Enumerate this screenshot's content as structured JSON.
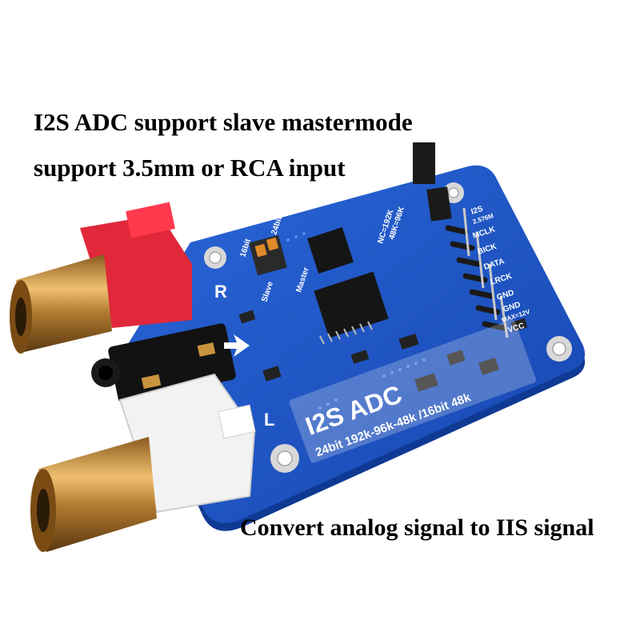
{
  "captions": {
    "line1": "I2S ADC support slave mastermode",
    "line2": "support  3.5mm or RCA input",
    "line3": "Convert analog signal to IIS signal"
  },
  "board": {
    "title": "I2S ADC",
    "subtitle": "24bit 192k-96k-48k /16bit 48k",
    "label_r": "R",
    "label_l": "L",
    "switch_top": "24bit",
    "switch_side": "16bit",
    "switch_slave": "Slave",
    "switch_master": "Master",
    "freq_1": "NC=192K",
    "freq_2": "48K=96K",
    "pins": [
      "I2S",
      "2.576M",
      "MCLK",
      "BICK",
      "DATA",
      "LRCK",
      "GND",
      "GND",
      "MAX=12V",
      "VCC"
    ]
  },
  "colors": {
    "pcb": "#1a56c8",
    "pcb_edge": "#0f3a94",
    "rca_red": "#e0283a",
    "rca_white": "#f2f2f2",
    "gold": "#c9943e",
    "header": "#1a1a1a"
  }
}
